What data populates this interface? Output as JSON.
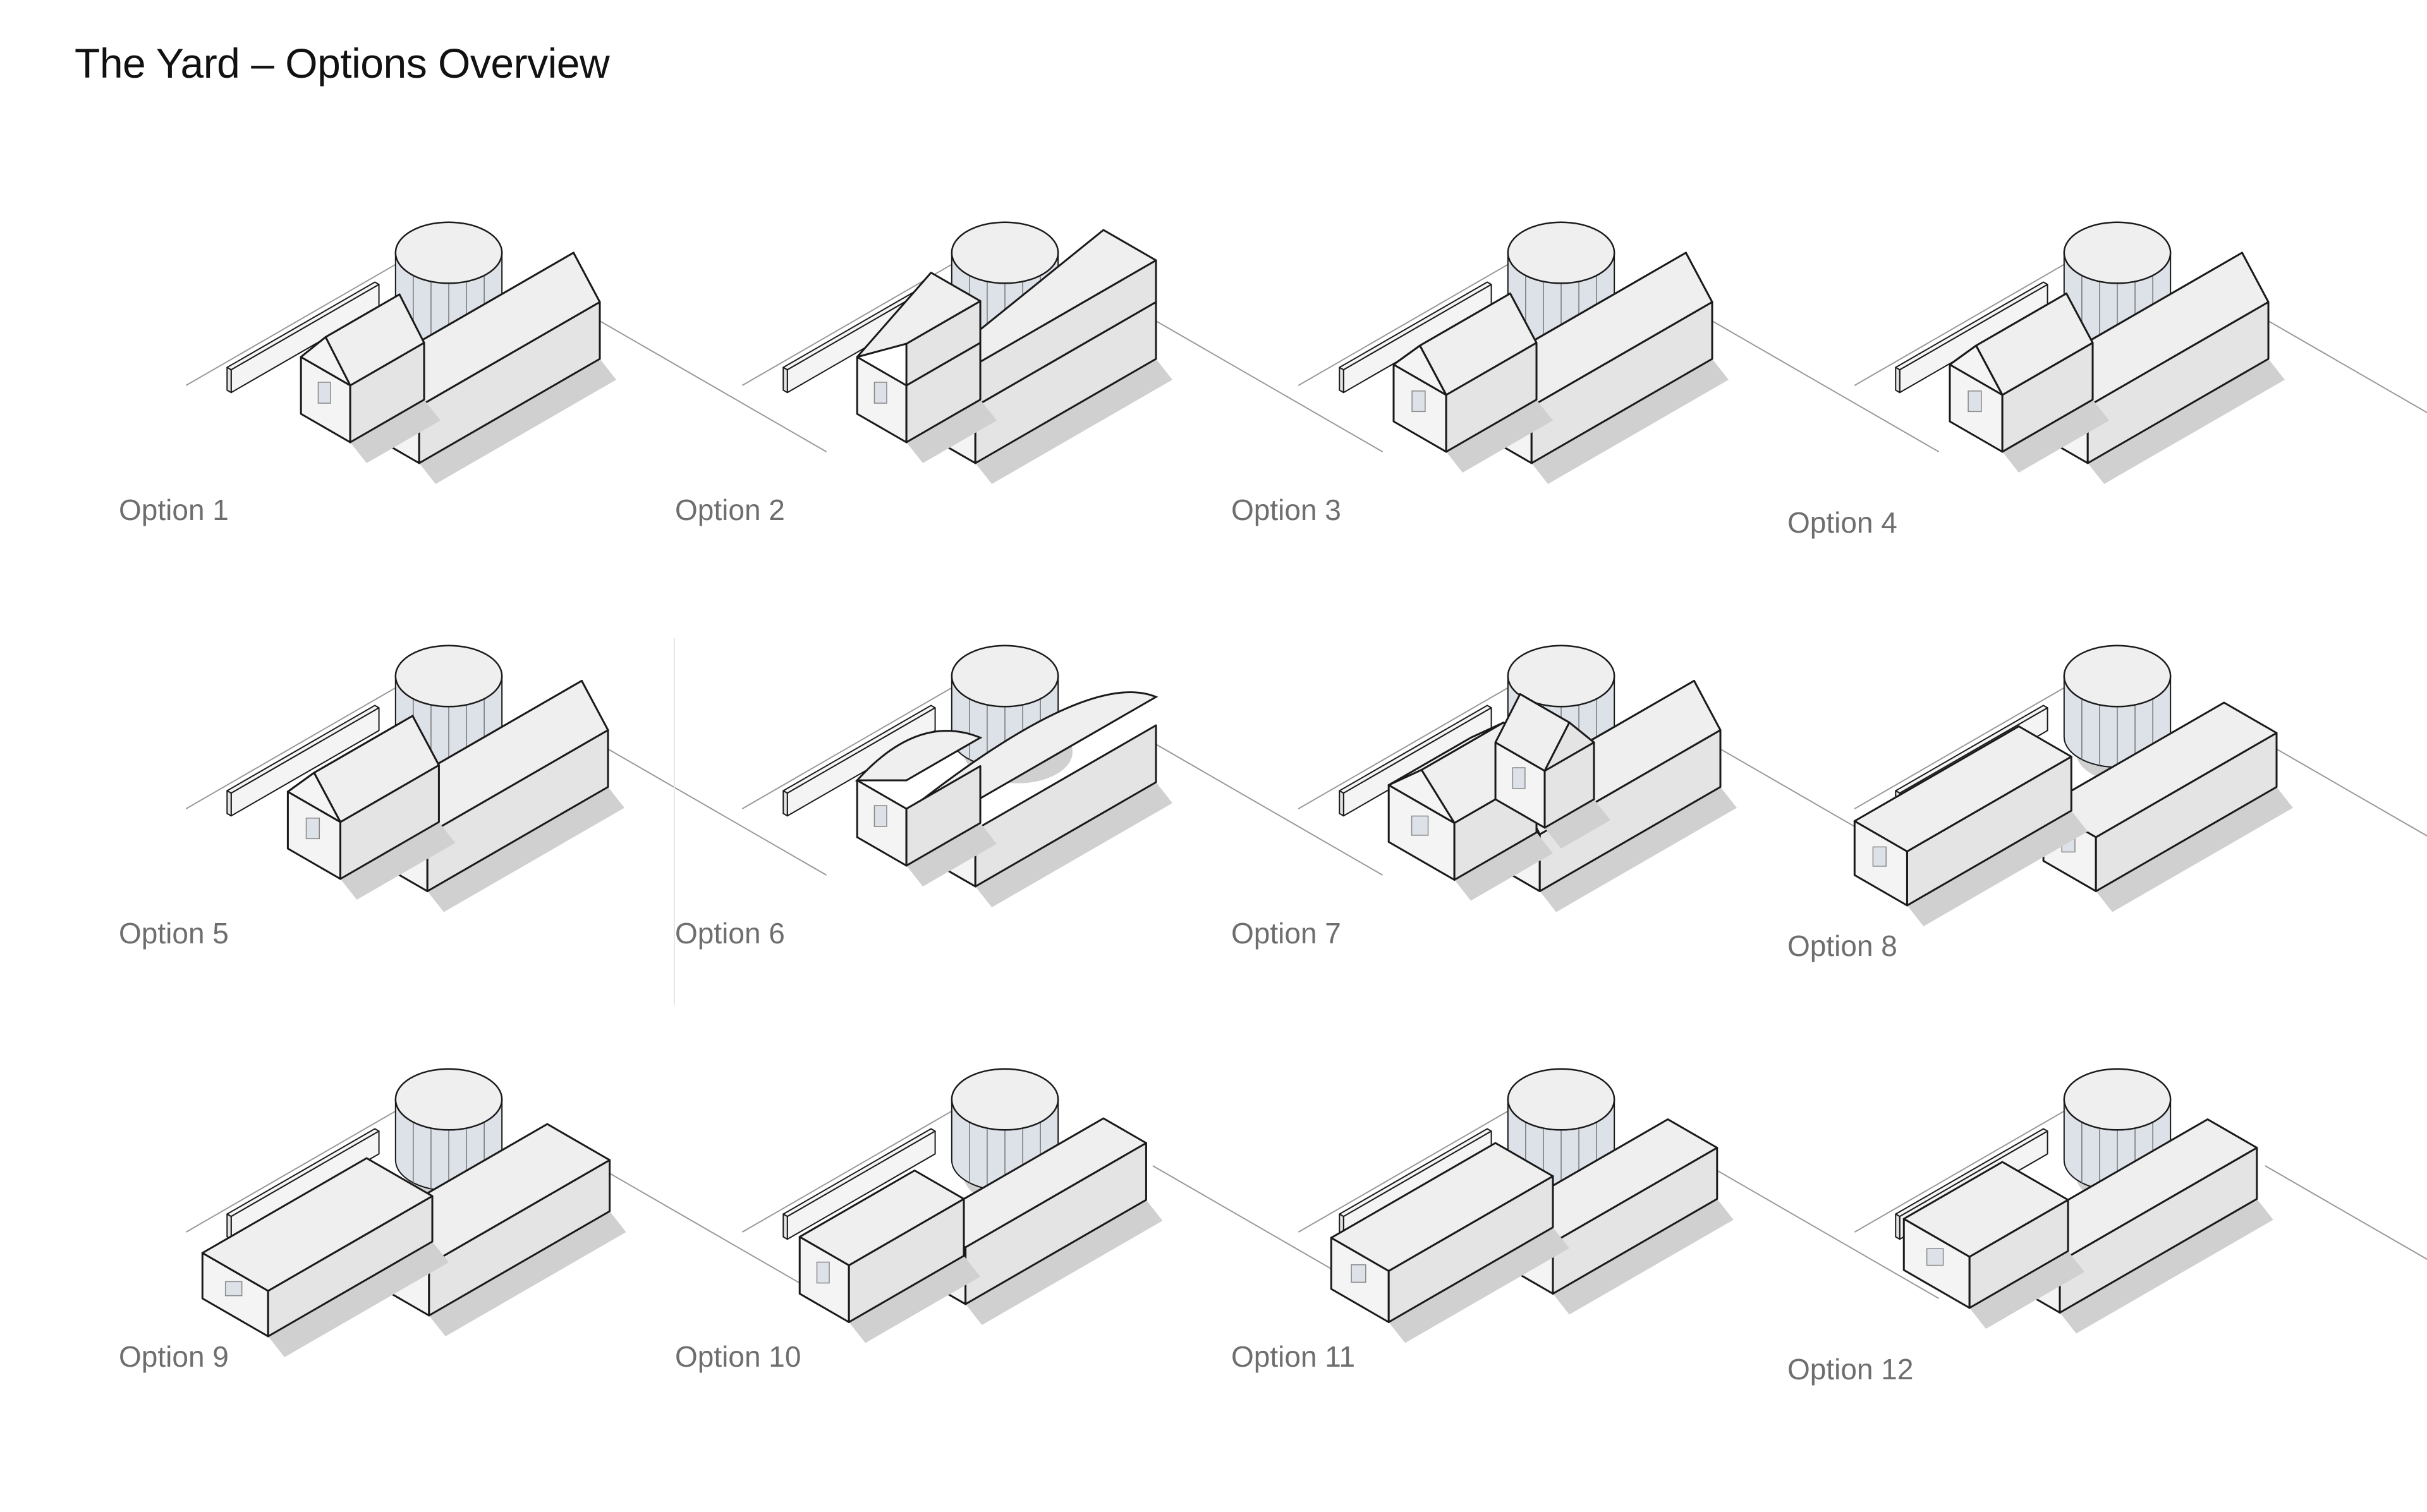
{
  "title": "The Yard – Options Overview",
  "colors": {
    "line": "#1a1a1a",
    "roof": "#efefef",
    "wall_light": "#f4f4f4",
    "wall_mid": "#e4e4e4",
    "shadow": "#d0d0d0",
    "glass": "#dde1e8",
    "label": "#6e6e6e"
  },
  "options": [
    {
      "label": "Option 1",
      "roof": "gable",
      "form": "L"
    },
    {
      "label": "Option 2",
      "roof": "mono",
      "form": "L"
    },
    {
      "label": "Option 3",
      "roof": "gable",
      "form": "L-split"
    },
    {
      "label": "Option 4",
      "roof": "gable",
      "form": "L-split"
    },
    {
      "label": "Option 5",
      "roof": "gable",
      "form": "T"
    },
    {
      "label": "Option 6",
      "roof": "curved",
      "form": "L"
    },
    {
      "label": "Option 7",
      "roof": "gable",
      "form": "U"
    },
    {
      "label": "Option 8",
      "roof": "flat",
      "form": "bars"
    },
    {
      "label": "Option 9",
      "roof": "flat",
      "form": "courtyard"
    },
    {
      "label": "Option 10",
      "roof": "flat",
      "form": "V"
    },
    {
      "label": "Option 11",
      "roof": "flat",
      "form": "L-flat"
    },
    {
      "label": "Option 12",
      "roof": "flat",
      "form": "crescent"
    }
  ]
}
